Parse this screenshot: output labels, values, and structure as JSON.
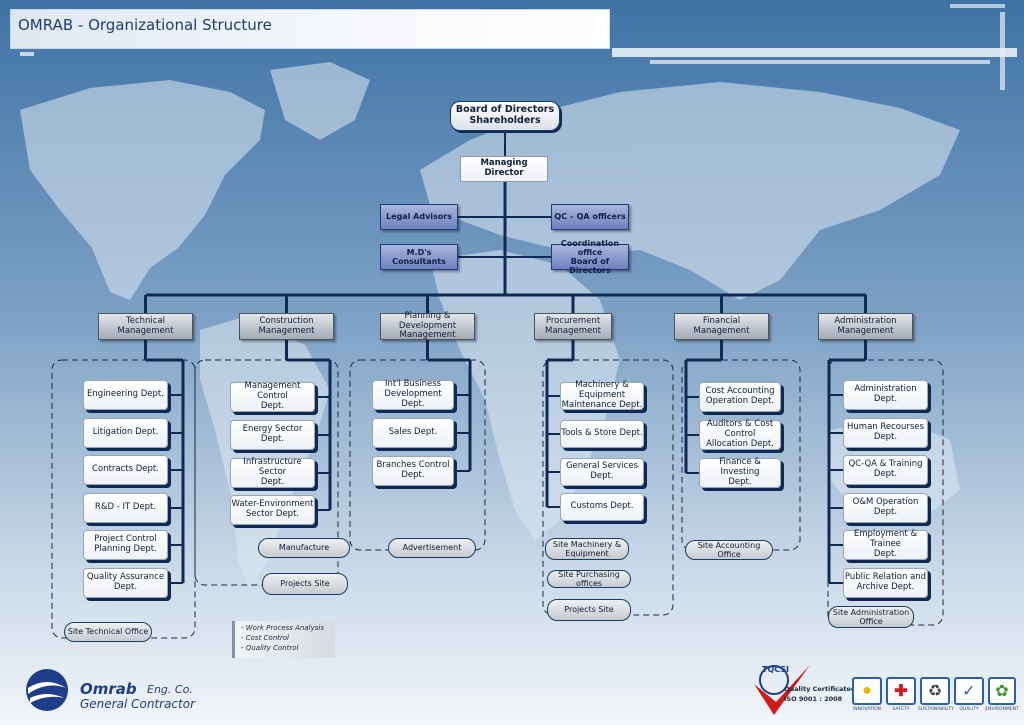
{
  "header": {
    "title": "OMRAB - Organizational  Structure"
  },
  "top": {
    "board": [
      "Board of Directors",
      "Shareholders"
    ],
    "managing_director": "Managing Director",
    "legal_advisors": "Legal Advisors",
    "qc_qa_officers": "QC – QA officers",
    "md_consultants": "M.D's Consultants",
    "coordination_office": [
      "Coordination office",
      "Board of Directors"
    ]
  },
  "departments": [
    {
      "title": [
        "Technical Management"
      ],
      "items": [
        [
          "Engineering Dept."
        ],
        [
          "Litigation Dept."
        ],
        [
          "Contracts Dept."
        ],
        [
          "R&D - IT Dept."
        ],
        [
          "Project Control",
          "Planning Dept."
        ],
        [
          "Quality Assurance",
          "Dept."
        ]
      ],
      "sites": [
        [
          "Site Technical Office"
        ]
      ]
    },
    {
      "title": [
        "Construction",
        "Management"
      ],
      "items": [
        [
          "Management Control",
          "Dept."
        ],
        [
          "Energy Sector Dept."
        ],
        [
          "Infrastructure Sector",
          "Dept."
        ],
        [
          "Water-Environment",
          "Sector Dept."
        ]
      ],
      "sites": [
        [
          "Manufacture"
        ],
        [
          "Projects Site"
        ]
      ]
    },
    {
      "title": [
        "Planning & Development",
        "Management"
      ],
      "items": [
        [
          "Int'l Business",
          "Development Dept."
        ],
        [
          "Sales Dept."
        ],
        [
          "Branches Control",
          "Dept."
        ]
      ],
      "sites": [
        [
          "Advertisement"
        ]
      ]
    },
    {
      "title": [
        "Procurement",
        "Management"
      ],
      "items": [
        [
          "Machinery & Equipment",
          "Maintenance Dept."
        ],
        [
          "Tools & Store Dept."
        ],
        [
          "General Services Dept."
        ],
        [
          "Customs Dept."
        ]
      ],
      "sites": [
        [
          "Site Machinery &",
          "Equipment"
        ],
        [
          "Site Purchasing offices"
        ],
        [
          "Projects Site"
        ]
      ]
    },
    {
      "title": [
        "Financial Management"
      ],
      "items": [
        [
          "Cost Accounting",
          "Operation Dept."
        ],
        [
          "Auditors & Cost Control",
          "Allocation Dept."
        ],
        [
          "Finance & Investing",
          "Dept."
        ]
      ],
      "sites": [
        [
          "Site Accounting Office"
        ]
      ]
    },
    {
      "title": [
        "Administration",
        "Management"
      ],
      "items": [
        [
          "Administration Dept."
        ],
        [
          "Human Recourses Dept."
        ],
        [
          "QC-QA & Training Dept."
        ],
        [
          "O&M Operation Dept."
        ],
        [
          "Employment & Trainee",
          "Dept."
        ],
        [
          "Public Relation and",
          "Archive Dept."
        ]
      ],
      "sites": [
        [
          "Site Administration",
          "Office"
        ]
      ]
    }
  ],
  "notes": [
    "- Work Process Analysis",
    "- Cost Control",
    "- Quality Control"
  ],
  "footer": {
    "company_name": "Omrab",
    "company_suffix": "Eng. Co.",
    "company_sub": "General Contractor",
    "cert_brand": "TQCSI",
    "cert_line1": "Quality Certificated",
    "cert_line2": "ISO 9001 : 2008",
    "values": [
      "INNOVATION",
      "SAFETY",
      "SUSTAINABILITY",
      "QUALITY",
      "ENVIRONMENT"
    ]
  },
  "colors": {
    "line": "#0f2b55",
    "background_top": "#3f72a4",
    "background_bottom": "#f2f5f9"
  }
}
